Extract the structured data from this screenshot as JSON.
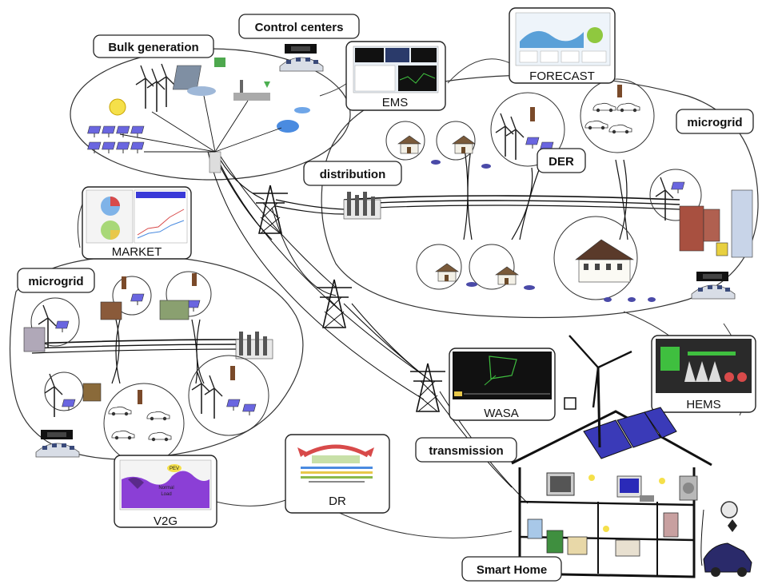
{
  "labels": {
    "bulk_generation": "Bulk generation",
    "control_centers": "Control centers",
    "ems": "EMS",
    "forecast": "FORECAST",
    "microgrid_right": "microgrid",
    "der": "DER",
    "distribution": "distribution",
    "market": "MARKET",
    "microgrid_left": "microgrid",
    "hems": "HEMS",
    "wasa": "WASA",
    "transmission": "transmission",
    "dr": "DR",
    "v2g": "V2G",
    "smart_home": "Smart Home"
  },
  "v2g_chart": {
    "peak_label": "PEV",
    "band_label": "Normal",
    "band_label2": "Load"
  },
  "colors": {
    "line": "#111111",
    "panel": "#1a1a1a",
    "solar": "#5a5ad8",
    "screen_green": "#3fbf3f",
    "v2g_fill": "#8b3fd6",
    "forecast_blue": "#5aa0d8"
  }
}
